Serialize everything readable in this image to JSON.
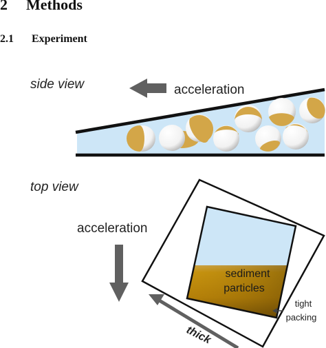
{
  "section": {
    "number": "2",
    "title": "Methods"
  },
  "subsection": {
    "number": "2.1",
    "title": "Experiment"
  },
  "figure": {
    "side_view_label": "side view",
    "top_view_label": "top view",
    "side_acceleration_label": "acceleration",
    "top_acceleration_label": "acceleration",
    "sediment_label_line1": "sediment",
    "sediment_label_line2": "particles",
    "tight_label_line1": "tight",
    "tight_label_line2": "packing",
    "thick_label": "thick",
    "colors": {
      "water": "#cde6f7",
      "sediment": "#c8940f",
      "sediment_dark": "#6b4a06",
      "arrow": "#606060",
      "particle_cap": "#d3a648"
    }
  }
}
